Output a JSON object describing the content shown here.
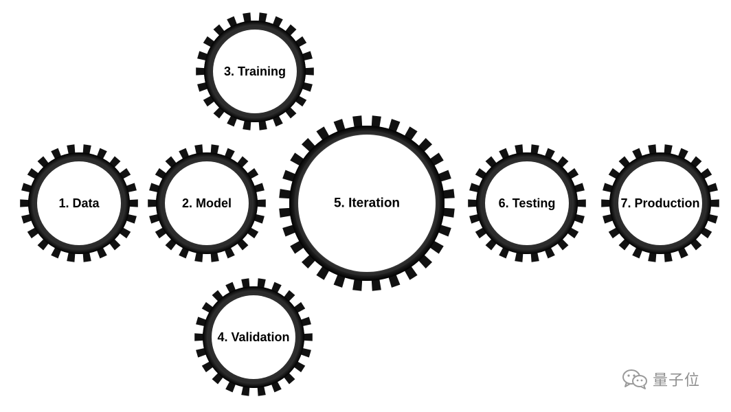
{
  "diagram": {
    "gears": [
      {
        "id": "data",
        "label": "1. Data"
      },
      {
        "id": "model",
        "label": "2. Model"
      },
      {
        "id": "training",
        "label": "3. Training"
      },
      {
        "id": "validation",
        "label": "4. Validation"
      },
      {
        "id": "iteration",
        "label": "5. Iteration"
      },
      {
        "id": "testing",
        "label": "6. Testing"
      },
      {
        "id": "production",
        "label": "7. Production"
      }
    ]
  },
  "watermark": {
    "text": "量子位",
    "icon": "wechat-icon"
  },
  "colors": {
    "gear": "#111111",
    "gear_inner_ring": "#2b2b2b",
    "face": "#ffffff",
    "label": "#000000",
    "watermark": "#8f8f8f"
  }
}
